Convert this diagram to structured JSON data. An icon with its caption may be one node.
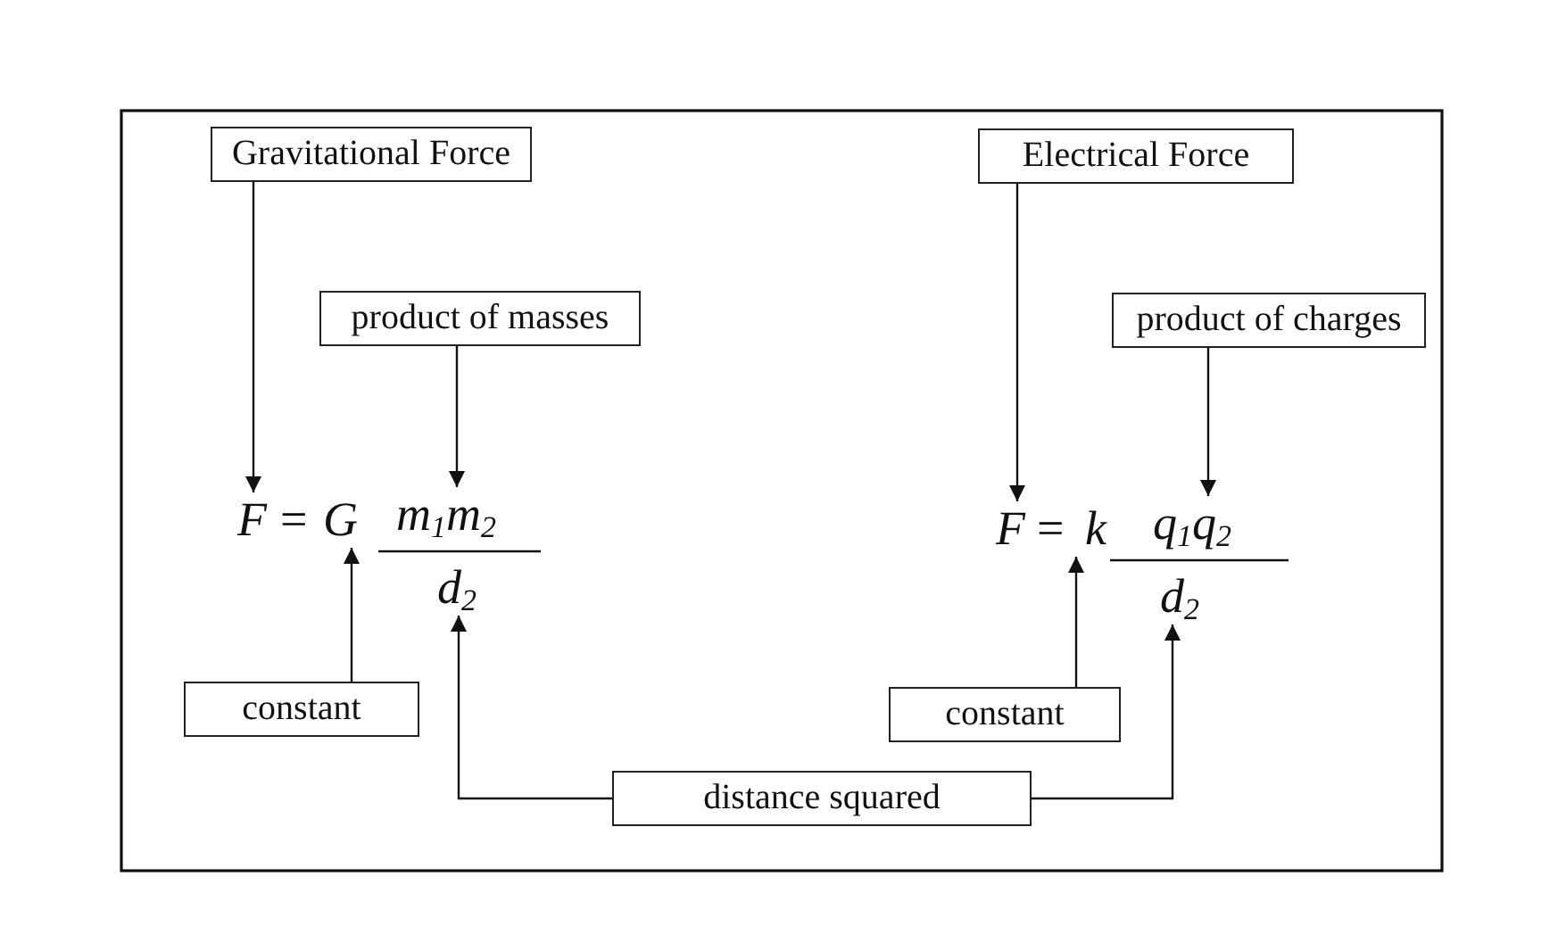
{
  "diagram": {
    "nodes": [
      {
        "text": [
          "Gravitational Force"
        ]
      },
      {
        "text": [
          "product of masses"
        ]
      },
      {
        "text": [
          "F"
        ]
      },
      {
        "text": [
          "G"
        ]
      },
      {
        "text": [
          "m$_{1}$m$_{2}$"
        ]
      },
      {
        "text": [
          "d$_{2}$"
        ]
      },
      {
        "text": [
          "constant"
        ]
      },
      {
        "text": [
          "Electrical Force"
        ]
      },
      {
        "text": [
          "product of charges"
        ]
      },
      {
        "text": [
          "F"
        ]
      },
      {
        "text": [
          "k"
        ]
      },
      {
        "text": [
          "q$_{1}$q$_{2}$"
        ]
      },
      {
        "text": [
          "d$_{2}$"
        ]
      },
      {
        "text": [
          "constant"
        ]
      },
      {
        "text": [
          "distance squared"
        ]
      }
    ],
    "edges": [
      {
        "from": 0,
        "to": 2,
        "arrow": "to"
      },
      {
        "from": 1,
        "to": 4,
        "arrow": "to"
      },
      {
        "from": 6,
        "to": 3,
        "arrow": "to"
      },
      {
        "from": 14,
        "to": 5,
        "arrow": "to"
      },
      {
        "from": 7,
        "to": 9,
        "arrow": "to"
      },
      {
        "from": 8,
        "to": 11,
        "arrow": "to"
      },
      {
        "from": 13,
        "to": 10,
        "arrow": "to"
      },
      {
        "from": 14,
        "to": 12,
        "arrow": "to"
      }
    ],
    "labels": [
      "=",
      "="
    ]
  }
}
